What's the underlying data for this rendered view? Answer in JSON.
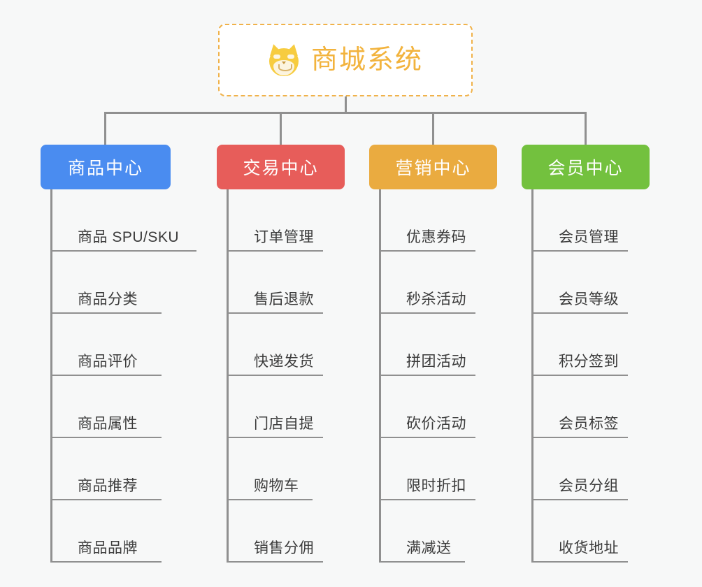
{
  "page": {
    "background_color": "#f7f8f8",
    "title": "商城系统"
  },
  "root": {
    "label": "商城系统",
    "icon": "shiba-dog-icon",
    "text_color": "#f2b33d",
    "border_color": "#f0b24a",
    "background_color": "#ffffff"
  },
  "connector_color": "#909090",
  "columns": [
    {
      "id": "product-center",
      "label": "商品中心",
      "color": "#4a8cf0",
      "items": [
        "商品 SPU/SKU",
        "商品分类",
        "商品评价",
        "商品属性",
        "商品推荐",
        "商品品牌"
      ]
    },
    {
      "id": "trade-center",
      "label": "交易中心",
      "color": "#e75d5a",
      "items": [
        "订单管理",
        "售后退款",
        "快递发货",
        "门店自提",
        "购物车",
        "销售分佣"
      ]
    },
    {
      "id": "marketing-center",
      "label": "营销中心",
      "color": "#eaab40",
      "items": [
        "优惠券码",
        "秒杀活动",
        "拼团活动",
        "砍价活动",
        "限时折扣",
        "满减送"
      ]
    },
    {
      "id": "member-center",
      "label": "会员中心",
      "color": "#73c13e",
      "items": [
        "会员管理",
        "会员等级",
        "积分签到",
        "会员标签",
        "会员分组",
        "收货地址"
      ]
    }
  ]
}
